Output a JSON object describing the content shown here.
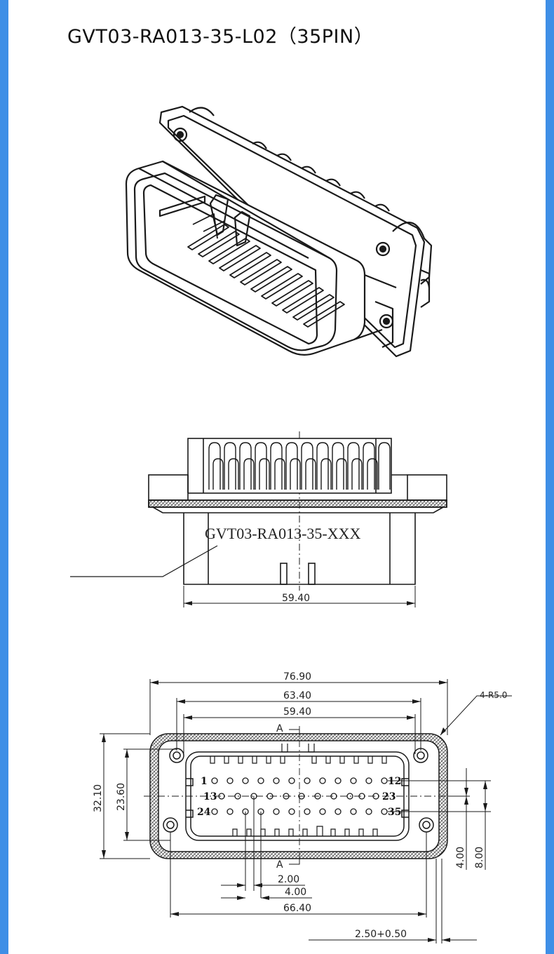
{
  "title": "GVT03-RA013-35-L02（35PIN）",
  "side_view": {
    "marking": "GVT03-RA013-35-XXX",
    "width_dim": "59.40"
  },
  "front_view": {
    "dims": {
      "overall_width": "76.90",
      "mount_span": "63.40",
      "body_width": "59.40",
      "overall_height": "32.10",
      "mount_height": "23.60",
      "radius": "4-R5.0",
      "pitch_2": "2.00",
      "pitch_4": "4.00",
      "bottom_width": "66.40",
      "right_4": "4.00",
      "right_8": "8.00",
      "tolerance": "2.50+0.50"
    },
    "section_label_top": "A",
    "section_label_bottom": "A",
    "pin_labels": {
      "row1_start": "1",
      "row1_end": "12",
      "row2_start": "13",
      "row2_end": "23",
      "row3_start": "24",
      "row3_end": "35"
    }
  },
  "colors": {
    "border": "#3f8fe6",
    "line": "#222222"
  }
}
